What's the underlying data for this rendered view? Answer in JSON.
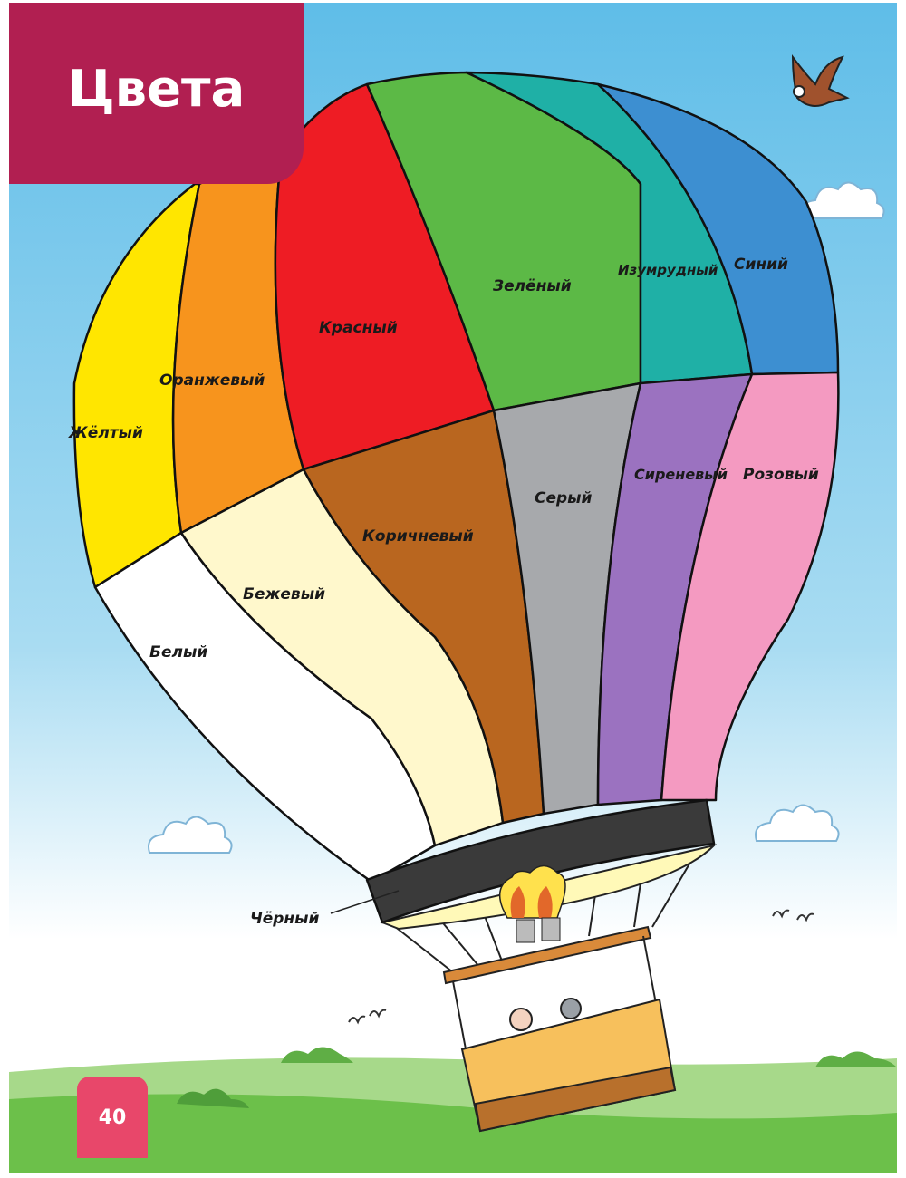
{
  "title": "Цвета",
  "page_number": "40",
  "colors": {
    "title_bg": "#b11f51",
    "page_badge": "#e8476a",
    "sky_top": "#5fbde8",
    "grass": "#6cc04a"
  },
  "panels": [
    {
      "label": "Жёлтый",
      "color": "#ffe600"
    },
    {
      "label": "Оранжевый",
      "color": "#f7941d"
    },
    {
      "label": "Красный",
      "color": "#ee1c24"
    },
    {
      "label": "Зелёный",
      "color": "#5cb946"
    },
    {
      "label": "Изумрудный",
      "color": "#1fb0a6"
    },
    {
      "label": "Синий",
      "color": "#3d8fd1"
    },
    {
      "label": "Белый",
      "color": "#ffffff"
    },
    {
      "label": "Бежевый",
      "color": "#fff8cc"
    },
    {
      "label": "Коричневый",
      "color": "#b9661f"
    },
    {
      "label": "Серый",
      "color": "#a7a9ac"
    },
    {
      "label": "Сиреневый",
      "color": "#9b72c0"
    },
    {
      "label": "Розовый",
      "color": "#f49ac1"
    },
    {
      "label": "Чёрный",
      "color": "#3a3a3a"
    }
  ]
}
